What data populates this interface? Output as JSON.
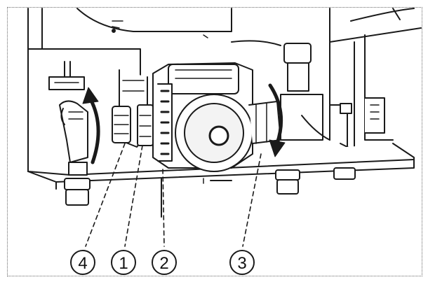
{
  "figure": {
    "callouts": [
      {
        "id": "4",
        "label": "4"
      },
      {
        "id": "1",
        "label": "1"
      },
      {
        "id": "2",
        "label": "2"
      },
      {
        "id": "3",
        "label": "3"
      }
    ],
    "colors": {
      "line": "#1a1a1a",
      "shade": "#e9e9e9",
      "background": "#ffffff"
    }
  }
}
